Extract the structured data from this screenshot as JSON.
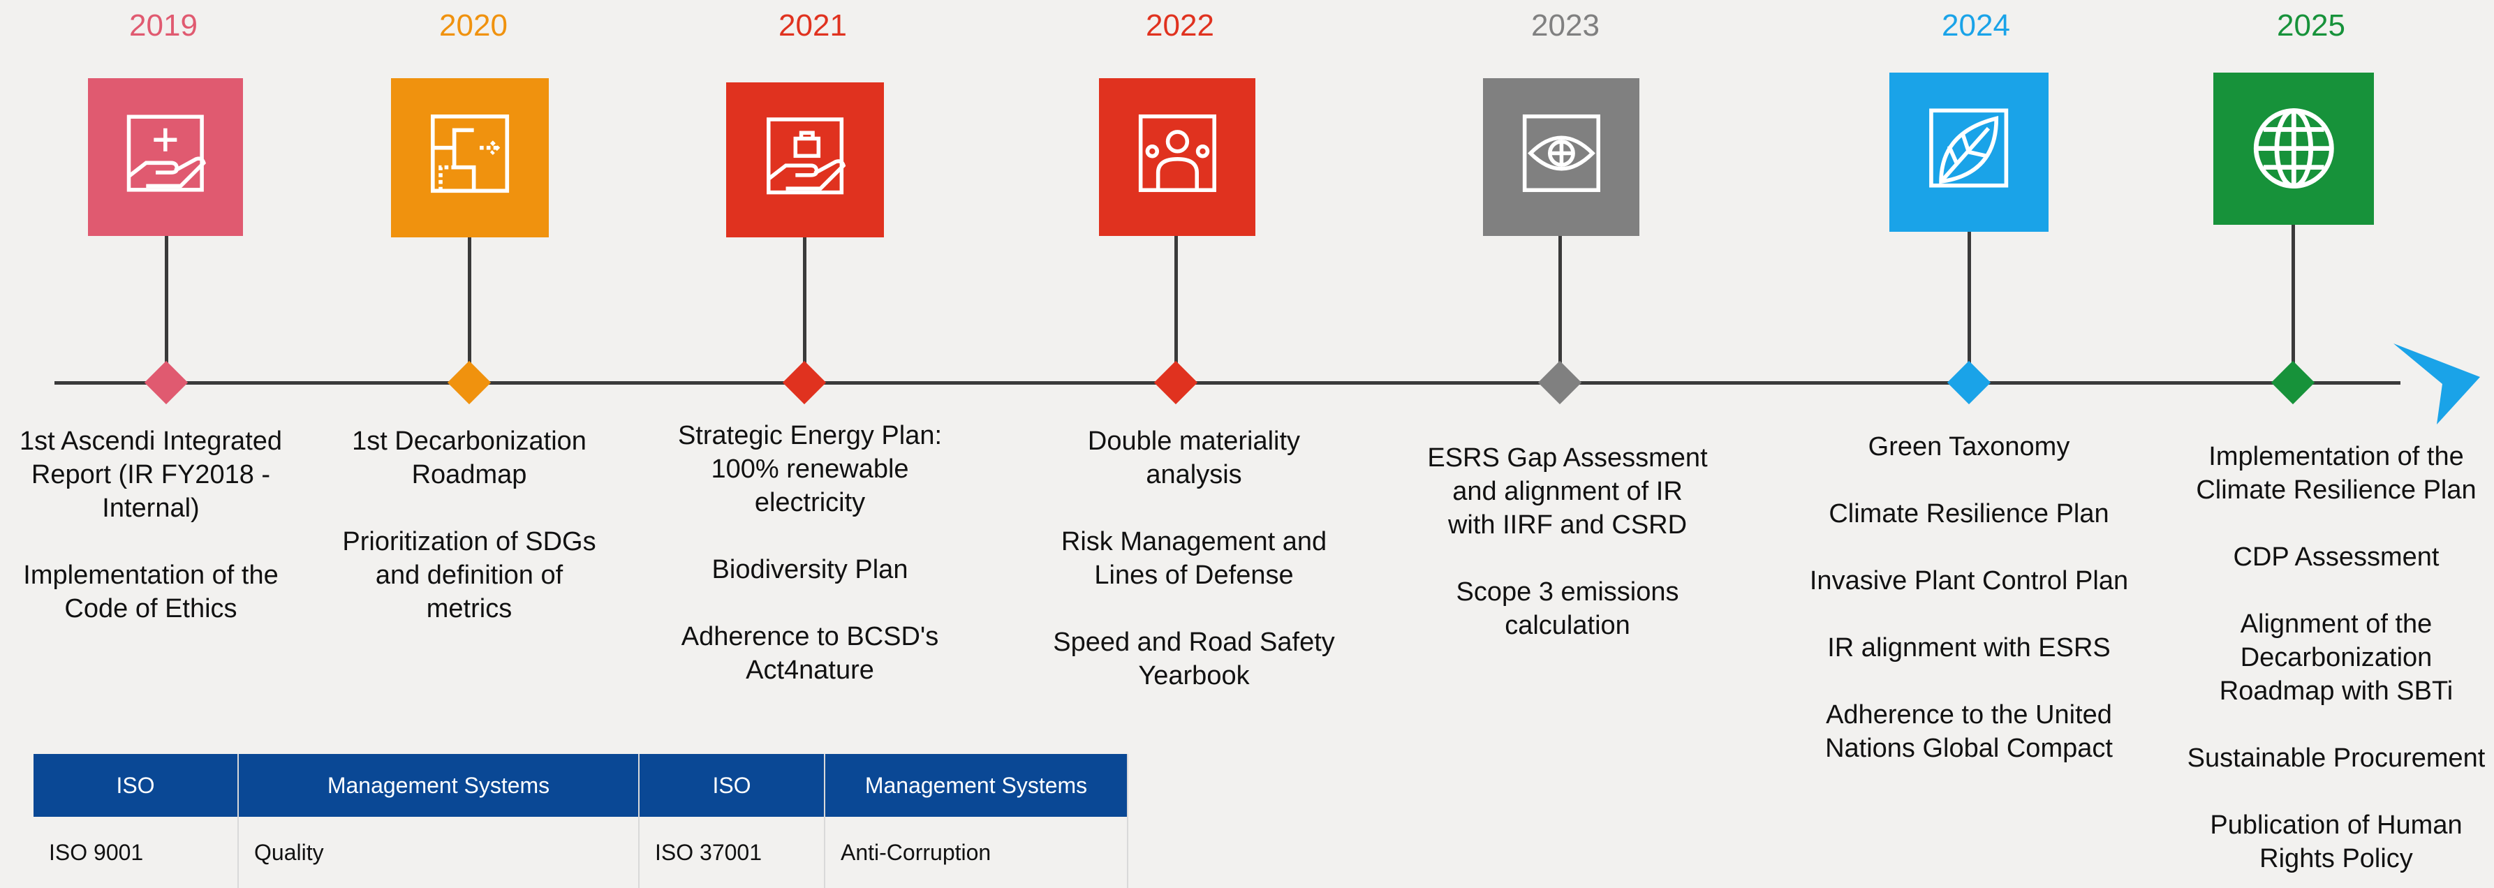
{
  "timeline": [
    {
      "year": "2019",
      "color": "#e05a70",
      "icon": "hand-plus-icon",
      "items": [
        "1st Ascendi Integrated\nReport (IR FY2018 -\nInternal)",
        "Implementation of the\nCode of Ethics"
      ]
    },
    {
      "year": "2020",
      "color": "#f0920e",
      "icon": "roadmap-icon",
      "items": [
        "1st Decarbonization\nRoadmap",
        "Prioritization of SDGs\nand definition of\nmetrics"
      ]
    },
    {
      "year": "2021",
      "color": "#e0321f",
      "icon": "hand-briefcase-icon",
      "items": [
        "Strategic Energy Plan:\n100% renewable\nelectricity",
        "Biodiversity Plan",
        "Adherence to BCSD's\nAct4nature"
      ]
    },
    {
      "year": "2022",
      "color": "#e0321f",
      "icon": "meeting-icon",
      "items": [
        "Double materiality\nanalysis",
        "Risk Management and\nLines of Defense",
        "Speed and Road Safety\nYearbook"
      ]
    },
    {
      "year": "2023",
      "color": "#808080",
      "icon": "eye-icon",
      "items": [
        "ESRS Gap Assessment\nand alignment of IR\nwith IIRF and CSRD",
        "Scope 3 emissions\ncalculation"
      ]
    },
    {
      "year": "2024",
      "color": "#1aa3e8",
      "icon": "leaf-icon",
      "items": [
        "Green Taxonomy",
        "Climate Resilience Plan",
        "Invasive Plant Control Plan",
        "IR alignment with ESRS",
        "Adherence to the United\nNations Global Compact"
      ]
    },
    {
      "year": "2025",
      "color": "#17923a",
      "icon": "globe-icon",
      "items": [
        "Implementation of the\nClimate Resilience Plan",
        "CDP Assessment",
        "Alignment of the\nDecarbonization\nRoadmap with SBTi",
        "Sustainable Procurement",
        "Publication of Human\nRights Policy"
      ]
    }
  ],
  "axis_color": "#3a3a3a",
  "arrow_color": "#1aa3e8",
  "table": {
    "header_color": "#0a4895",
    "headers": [
      "ISO",
      "Management Systems",
      "ISO",
      "Management Systems"
    ],
    "rows": [
      [
        "ISO 9001",
        "Quality",
        "ISO 37001",
        "Anti-Corruption"
      ]
    ]
  }
}
